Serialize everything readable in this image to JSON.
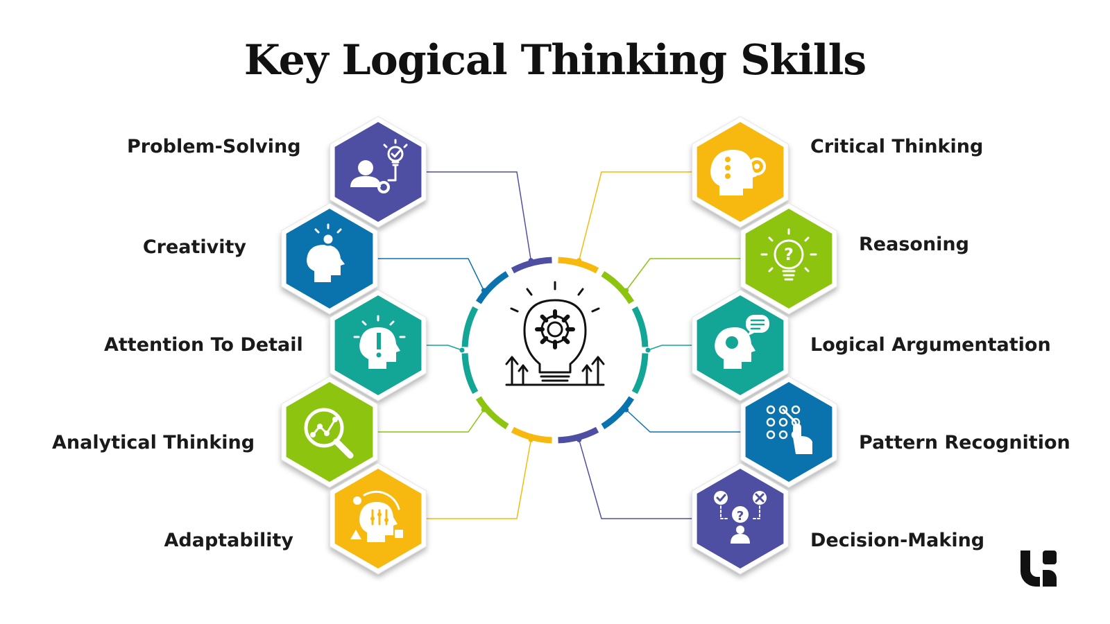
{
  "title": "Key Logical Thinking Skills",
  "colors": {
    "purple": "#4e4fa3",
    "blue": "#0a72ad",
    "teal": "#13a595",
    "green": "#8cc410",
    "yellow": "#f7b90f",
    "dark": "#111111"
  },
  "skills_left": [
    {
      "label": "Problem-Solving",
      "color": "purple",
      "icon": "problem-solving-icon"
    },
    {
      "label": "Creativity",
      "color": "blue",
      "icon": "creativity-icon"
    },
    {
      "label": "Attention To Detail",
      "color": "teal",
      "icon": "attention-icon"
    },
    {
      "label": "Analytical Thinking",
      "color": "green",
      "icon": "analytical-icon"
    },
    {
      "label": "Adaptability",
      "color": "yellow",
      "icon": "adaptability-icon"
    }
  ],
  "skills_right": [
    {
      "label": "Critical Thinking",
      "color": "yellow",
      "icon": "critical-thinking-icon"
    },
    {
      "label": "Reasoning",
      "color": "green",
      "icon": "reasoning-icon"
    },
    {
      "label": "Logical Argumentation",
      "color": "teal",
      "icon": "argumentation-icon"
    },
    {
      "label": "Pattern Recognition",
      "color": "blue",
      "icon": "pattern-icon"
    },
    {
      "label": "Decision-Making",
      "color": "purple",
      "icon": "decision-icon"
    }
  ],
  "center_icon": "lightbulb-gear-icon",
  "brand_logo": "brand-logo-icon"
}
